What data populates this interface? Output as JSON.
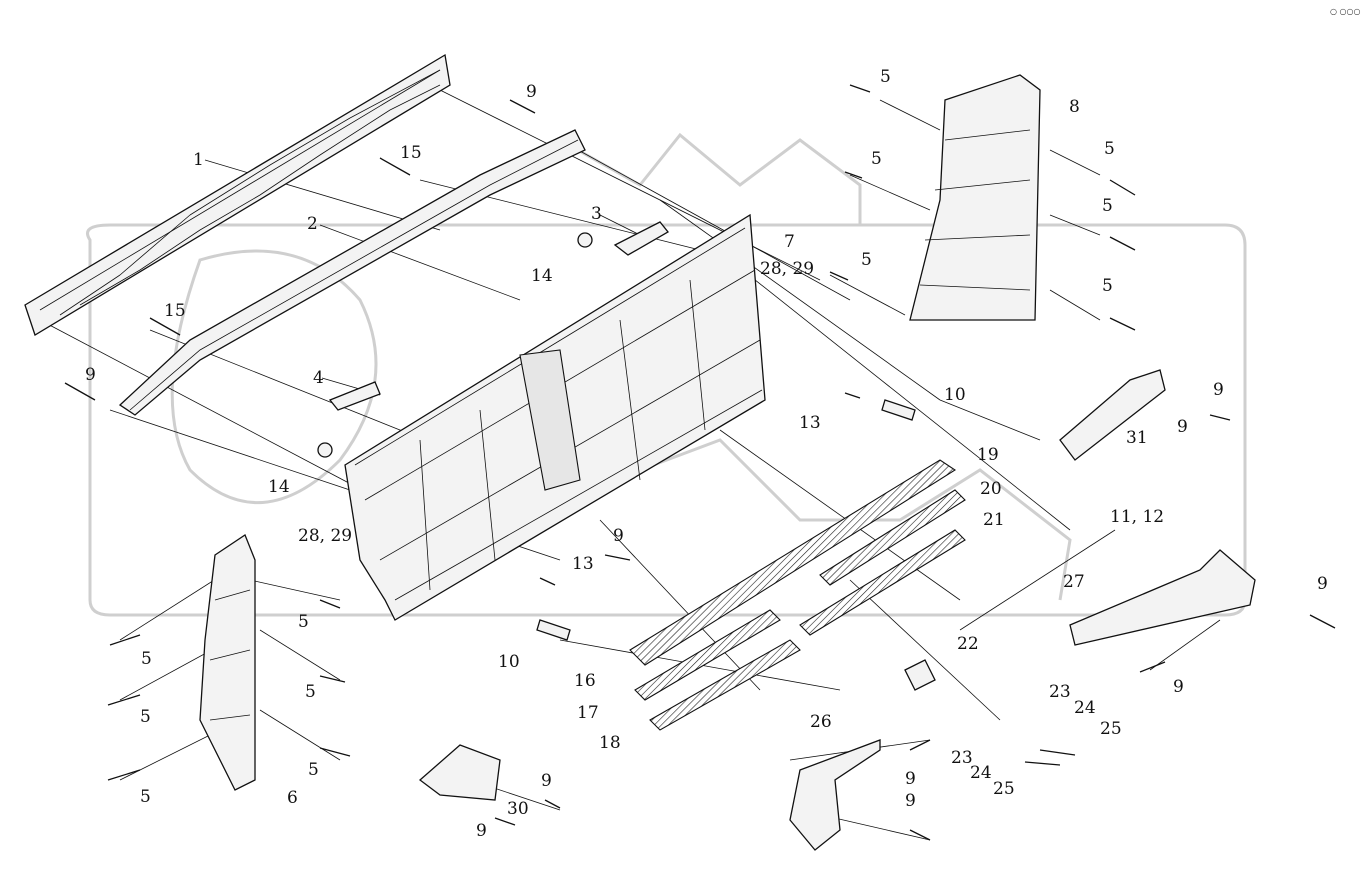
{
  "corner_mark": "○ ○○○",
  "callouts": [
    {
      "id": "c1",
      "text": "1"
    },
    {
      "id": "c2",
      "text": "2"
    },
    {
      "id": "c3",
      "text": "3"
    },
    {
      "id": "c4",
      "text": "4"
    },
    {
      "id": "c5a",
      "text": "5"
    },
    {
      "id": "c5b",
      "text": "5"
    },
    {
      "id": "c5c",
      "text": "5"
    },
    {
      "id": "c5d",
      "text": "5"
    },
    {
      "id": "c5e",
      "text": "5"
    },
    {
      "id": "c5f",
      "text": "5"
    },
    {
      "id": "c5g",
      "text": "5"
    },
    {
      "id": "c5h",
      "text": "5"
    },
    {
      "id": "c5i",
      "text": "5"
    },
    {
      "id": "c5j",
      "text": "5"
    },
    {
      "id": "c5k",
      "text": "5"
    },
    {
      "id": "c5l",
      "text": "5"
    },
    {
      "id": "c6",
      "text": "6"
    },
    {
      "id": "c7",
      "text": "7"
    },
    {
      "id": "c8",
      "text": "8"
    },
    {
      "id": "c9a",
      "text": "9"
    },
    {
      "id": "c9b",
      "text": "9"
    },
    {
      "id": "c9c",
      "text": "9"
    },
    {
      "id": "c9d",
      "text": "9"
    },
    {
      "id": "c9e",
      "text": "9"
    },
    {
      "id": "c9f",
      "text": "9"
    },
    {
      "id": "c9g",
      "text": "9"
    },
    {
      "id": "c9h",
      "text": "9"
    },
    {
      "id": "c9i",
      "text": "9"
    },
    {
      "id": "c9j",
      "text": "9"
    },
    {
      "id": "c9k",
      "text": "9"
    },
    {
      "id": "c10a",
      "text": "10"
    },
    {
      "id": "c10b",
      "text": "10"
    },
    {
      "id": "c1112",
      "text": "11, 12"
    },
    {
      "id": "c13a",
      "text": "13"
    },
    {
      "id": "c13b",
      "text": "13"
    },
    {
      "id": "c14a",
      "text": "14"
    },
    {
      "id": "c14b",
      "text": "14"
    },
    {
      "id": "c15a",
      "text": "15"
    },
    {
      "id": "c15b",
      "text": "15"
    },
    {
      "id": "c16",
      "text": "16"
    },
    {
      "id": "c17",
      "text": "17"
    },
    {
      "id": "c18",
      "text": "18"
    },
    {
      "id": "c19",
      "text": "19"
    },
    {
      "id": "c20",
      "text": "20"
    },
    {
      "id": "c21",
      "text": "21"
    },
    {
      "id": "c22",
      "text": "22"
    },
    {
      "id": "c23a",
      "text": "23"
    },
    {
      "id": "c23b",
      "text": "23"
    },
    {
      "id": "c24a",
      "text": "24"
    },
    {
      "id": "c24b",
      "text": "24"
    },
    {
      "id": "c25a",
      "text": "25"
    },
    {
      "id": "c25b",
      "text": "25"
    },
    {
      "id": "c26",
      "text": "26"
    },
    {
      "id": "c27",
      "text": "27"
    },
    {
      "id": "c2829a",
      "text": "28, 29"
    },
    {
      "id": "c2829b",
      "text": "28, 29"
    },
    {
      "id": "c30",
      "text": "30"
    },
    {
      "id": "c31",
      "text": "31"
    }
  ],
  "colors": {
    "ink": "#111111",
    "watermark": "#cfcfcf",
    "fill": "#f3f3f3"
  }
}
